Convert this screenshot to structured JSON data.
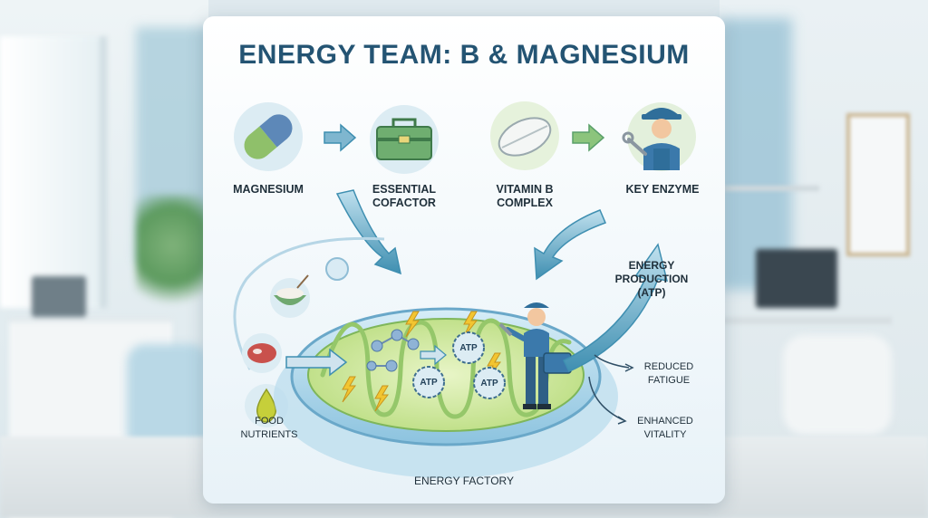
{
  "title": "ENERGY TEAM: B & MAGNESIUM",
  "nodes": {
    "magnesium": "MAGNESIUM",
    "cofactor_line1": "ESSENTIAL",
    "cofactor_line2": "COFACTOR",
    "vitamin_line1": "VITAMIN B",
    "vitamin_line2": "COMPLEX",
    "enzyme": "KEY ENZYME",
    "food_line1": "FOOD",
    "food_line2": "NUTRIENTS",
    "factory": "ENERGY FACTORY",
    "energy_line1": "ENERGY",
    "energy_line2": "PRODUCTION",
    "energy_line3": "(ATP)",
    "fatigue_line1": "REDUCED",
    "fatigue_line2": "FATIGUE",
    "vitality_line1": "ENHANCED",
    "vitality_line2": "VITALITY"
  },
  "atp_labels": [
    "ATP",
    "ATP",
    "ATP"
  ],
  "colors": {
    "title": "#245473",
    "arrow": "#3f8fb1",
    "arrow_green": "#5aa06a",
    "mito_outer": "#a9d4ea",
    "mito_inner": "#cfe79a"
  }
}
